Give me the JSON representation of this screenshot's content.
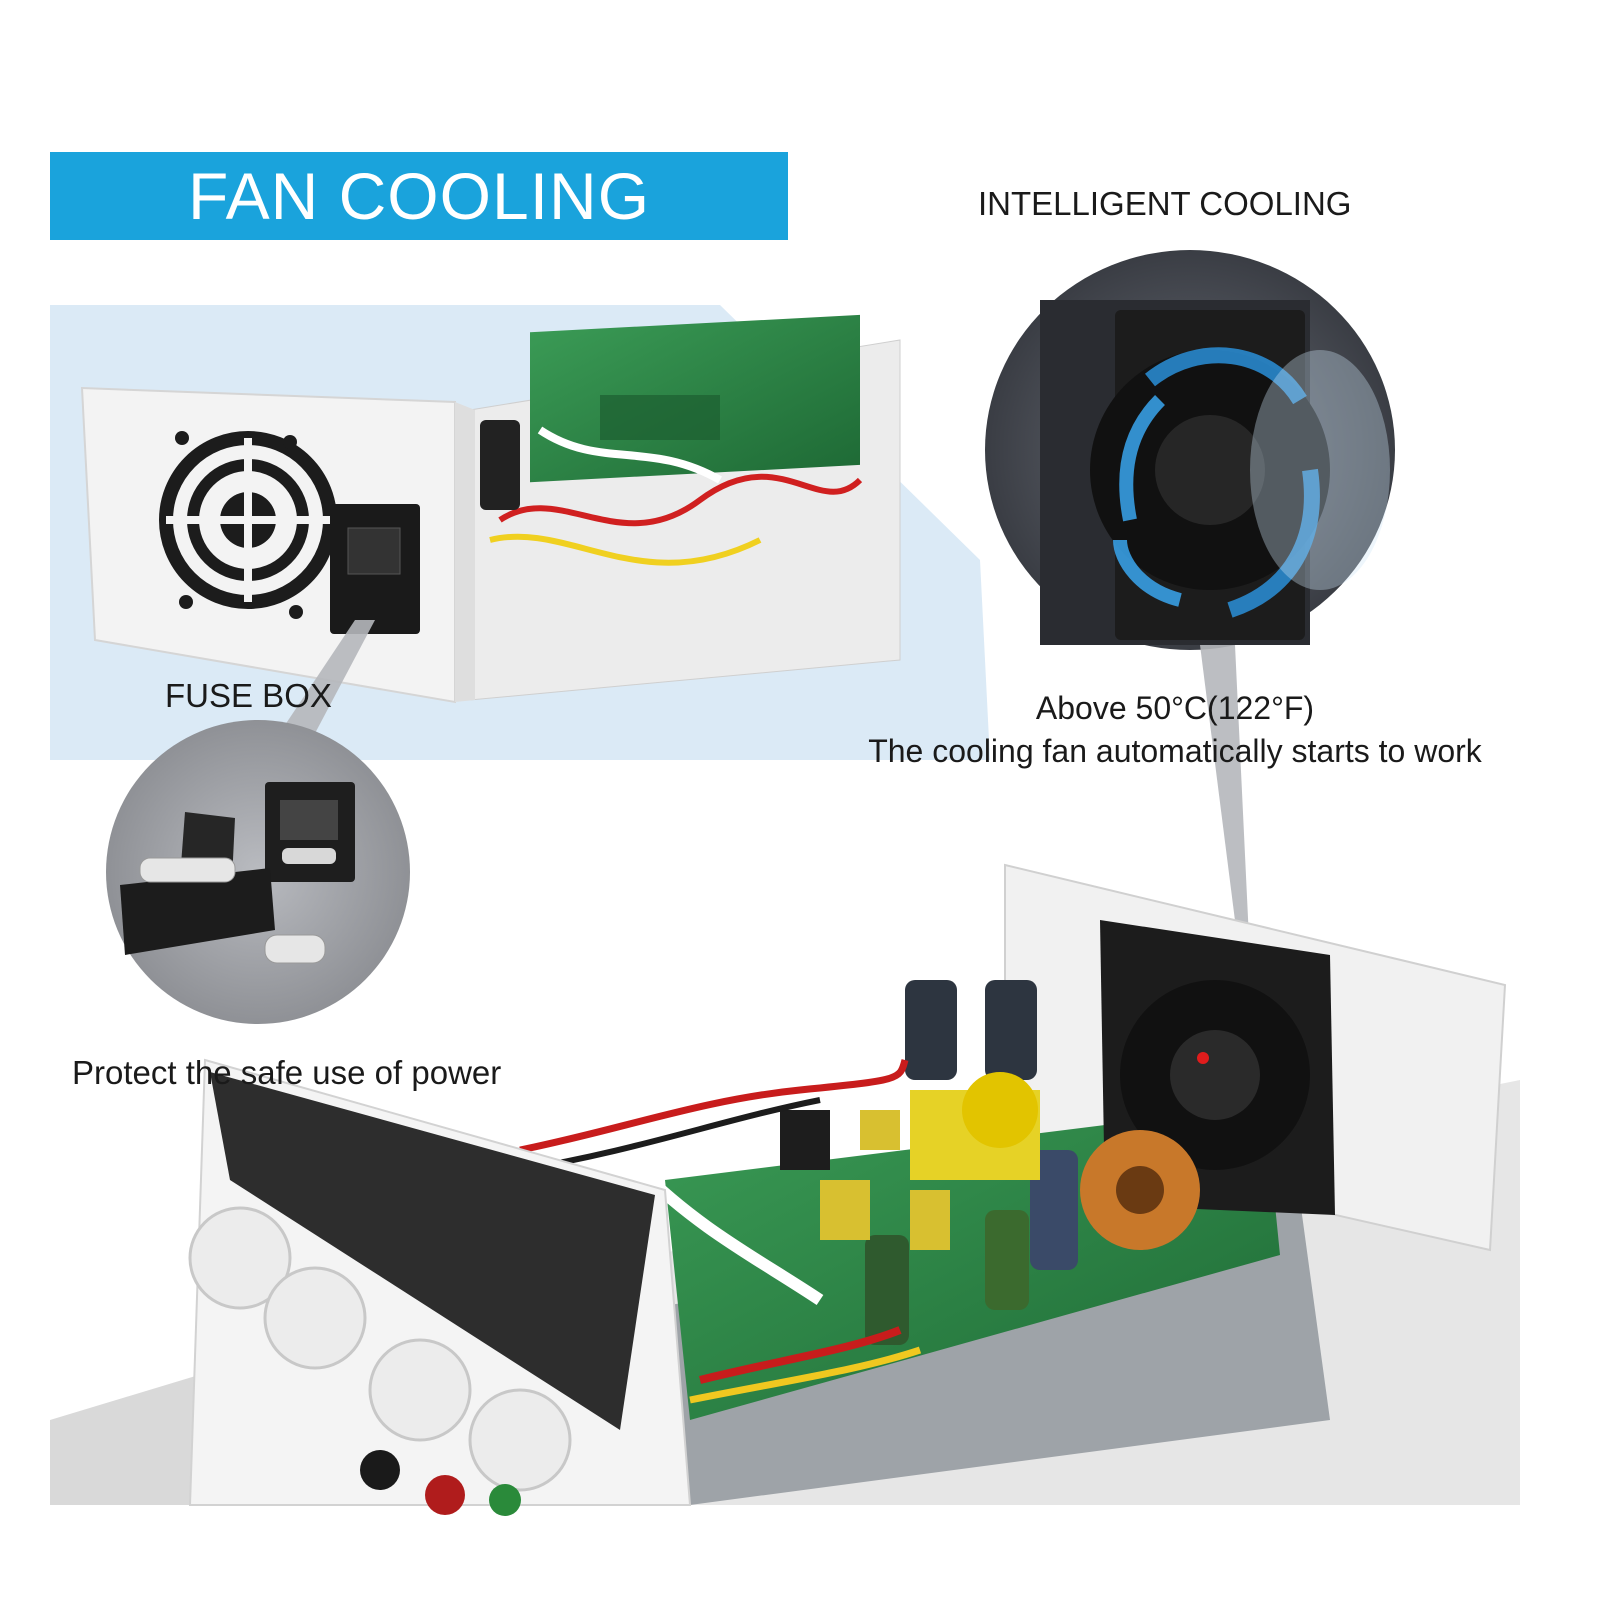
{
  "banner": {
    "title": "FAN COOLING"
  },
  "labels": {
    "intelligent_cooling": "INTELLIGENT COOLING",
    "fuse_box": "FUSE BOX",
    "protect": "Protect the safe use of power",
    "temp_line1": "Above 50°C(122°F)",
    "temp_line2": "The cooling fan automatically starts to work"
  },
  "colors": {
    "banner_blue": "#1aa3dc",
    "pcb_green": "#2f8a4a",
    "case_white": "#f2f2f2",
    "fan_black": "#1c1c1c",
    "highlight_blue": "#2a8fd8"
  }
}
